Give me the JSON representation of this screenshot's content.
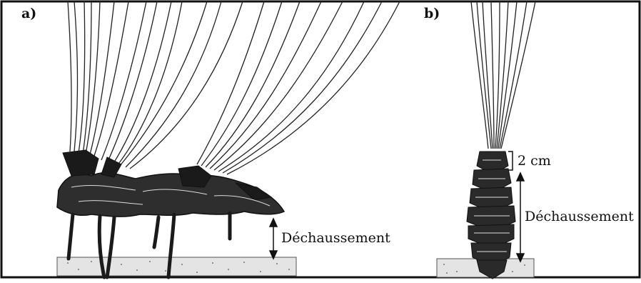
{
  "figure": {
    "panels": [
      {
        "label": "a)",
        "annotation": "Déchaussement"
      },
      {
        "label": "b)",
        "annotation_top": "2 cm",
        "annotation": "Déchaussement"
      }
    ]
  }
}
